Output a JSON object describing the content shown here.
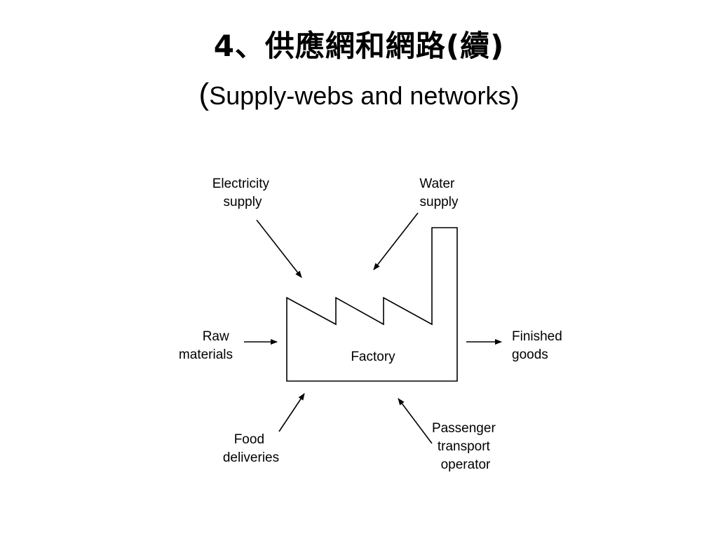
{
  "title": {
    "line1": "4、供應網和網路(續)",
    "line2_open": "(",
    "line2_text": "Supply-webs and networks",
    "line2_close": ")"
  },
  "diagram": {
    "center": "Factory",
    "electricity": [
      "Electricity",
      "supply"
    ],
    "water": [
      "Water",
      "supply"
    ],
    "raw": [
      "Raw",
      "materials"
    ],
    "finished": [
      "Finished",
      "goods"
    ],
    "food": [
      "Food",
      "deliveries"
    ],
    "passenger": [
      "Passenger",
      "transport",
      "operator"
    ]
  }
}
